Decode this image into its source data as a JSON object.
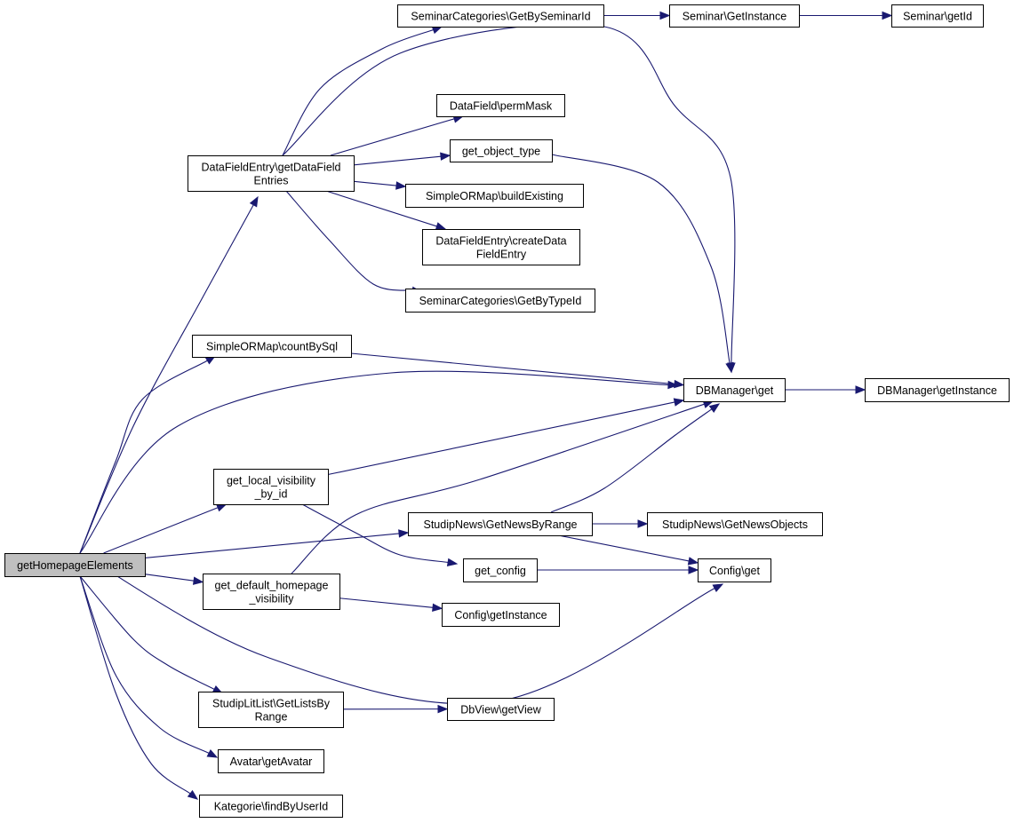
{
  "colors": {
    "edge": "#191970",
    "root_fill": "#bfbfbf",
    "node_fill": "#ffffff",
    "border": "#000000"
  },
  "nodes": {
    "root": {
      "lines": [
        "getHomepageElements"
      ]
    },
    "sc_getbysem": {
      "lines": [
        "SeminarCategories\\GetBySeminarId"
      ]
    },
    "sem_getinst": {
      "lines": [
        "Seminar\\GetInstance"
      ]
    },
    "sem_getid": {
      "lines": [
        "Seminar\\getId"
      ]
    },
    "df_permmask": {
      "lines": [
        "DataField\\permMask"
      ]
    },
    "dfe_getentries": {
      "lines": [
        "DataFieldEntry\\getDataField",
        "Entries"
      ]
    },
    "get_object_type": {
      "lines": [
        "get_object_type"
      ]
    },
    "orm_buildexisting": {
      "lines": [
        "SimpleORMap\\buildExisting"
      ]
    },
    "dfe_create": {
      "lines": [
        "DataFieldEntry\\createData",
        "FieldEntry"
      ]
    },
    "sc_getbytype": {
      "lines": [
        "SeminarCategories\\GetByTypeId"
      ]
    },
    "orm_countbysql": {
      "lines": [
        "SimpleORMap\\countBySql"
      ]
    },
    "dbm_get": {
      "lines": [
        "DBManager\\get"
      ]
    },
    "dbm_getinst": {
      "lines": [
        "DBManager\\getInstance"
      ]
    },
    "get_local_vis": {
      "lines": [
        "get_local_visibility",
        "_by_id"
      ]
    },
    "sn_getbyrange": {
      "lines": [
        "StudipNews\\GetNewsByRange"
      ]
    },
    "sn_getobjects": {
      "lines": [
        "StudipNews\\GetNewsObjects"
      ]
    },
    "get_config": {
      "lines": [
        "get_config"
      ]
    },
    "config_get": {
      "lines": [
        "Config\\get"
      ]
    },
    "get_default_vis": {
      "lines": [
        "get_default_homepage",
        "_visibility"
      ]
    },
    "config_getinst": {
      "lines": [
        "Config\\getInstance"
      ]
    },
    "sll_getlists": {
      "lines": [
        "StudipLitList\\GetListsBy",
        "Range"
      ]
    },
    "dbview_getview": {
      "lines": [
        "DbView\\getView"
      ]
    },
    "avatar_get": {
      "lines": [
        "Avatar\\getAvatar"
      ]
    },
    "kat_find": {
      "lines": [
        "Kategorie\\findByUserId"
      ]
    }
  },
  "edges": [
    [
      "root",
      "dfe_getentries"
    ],
    [
      "root",
      "orm_countbysql"
    ],
    [
      "root",
      "dbm_get"
    ],
    [
      "root",
      "get_local_vis"
    ],
    [
      "root",
      "sn_getbyrange"
    ],
    [
      "root",
      "get_default_vis"
    ],
    [
      "root",
      "config_get"
    ],
    [
      "root",
      "sll_getlists"
    ],
    [
      "root",
      "avatar_get"
    ],
    [
      "root",
      "kat_find"
    ],
    [
      "dfe_getentries",
      "sc_getbysem"
    ],
    [
      "dfe_getentries",
      "dbm_get"
    ],
    [
      "dfe_getentries",
      "df_permmask"
    ],
    [
      "dfe_getentries",
      "get_object_type"
    ],
    [
      "dfe_getentries",
      "orm_buildexisting"
    ],
    [
      "dfe_getentries",
      "dfe_create"
    ],
    [
      "dfe_getentries",
      "sc_getbytype"
    ],
    [
      "sc_getbysem",
      "sem_getinst"
    ],
    [
      "sem_getinst",
      "sem_getid"
    ],
    [
      "get_object_type",
      "dbm_get"
    ],
    [
      "orm_countbysql",
      "dbm_get"
    ],
    [
      "dbm_get",
      "dbm_getinst"
    ],
    [
      "get_local_vis",
      "dbm_get"
    ],
    [
      "get_local_vis",
      "get_config"
    ],
    [
      "sn_getbyrange",
      "dbm_get"
    ],
    [
      "sn_getbyrange",
      "sn_getobjects"
    ],
    [
      "sn_getbyrange",
      "config_get"
    ],
    [
      "get_config",
      "config_get"
    ],
    [
      "get_default_vis",
      "dbm_get"
    ],
    [
      "get_default_vis",
      "config_getinst"
    ],
    [
      "sll_getlists",
      "dbview_getview"
    ]
  ]
}
